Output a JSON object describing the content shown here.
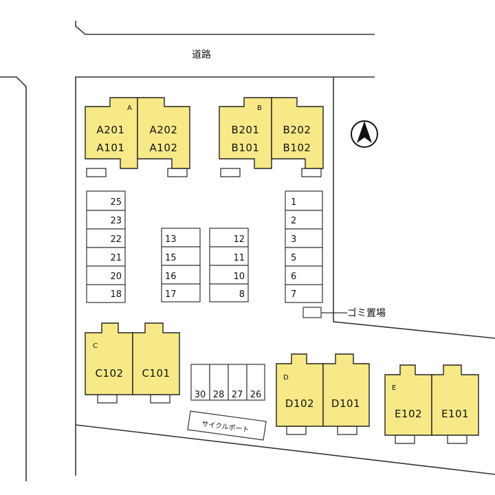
{
  "road_label": "道路",
  "garbage_label": "ゴミ置場",
  "cycle_port_label": "サイクルポート",
  "compass_icon": "north-arrow-icon",
  "buildings": [
    {
      "letter": "A",
      "units": [
        "A201",
        "A101",
        "A202",
        "A102"
      ]
    },
    {
      "letter": "B",
      "units": [
        "B201",
        "B101",
        "B202",
        "B102"
      ]
    },
    {
      "letter": "C",
      "units": [
        "C102",
        "C101"
      ]
    },
    {
      "letter": "D",
      "units": [
        "D102",
        "D101"
      ]
    },
    {
      "letter": "E",
      "units": [
        "E102",
        "E101"
      ]
    }
  ],
  "parking": {
    "left": [
      "25",
      "23",
      "22",
      "21",
      "20",
      "18"
    ],
    "center_left": [
      "13",
      "15",
      "16",
      "17"
    ],
    "center_right": [
      "12",
      "11",
      "10",
      "8"
    ],
    "right": [
      "1",
      "2",
      "3",
      "5",
      "6",
      "7"
    ],
    "bottom": [
      "30",
      "28",
      "27",
      "26"
    ]
  },
  "colors": {
    "building": "#f7e987",
    "line": "#333333"
  }
}
